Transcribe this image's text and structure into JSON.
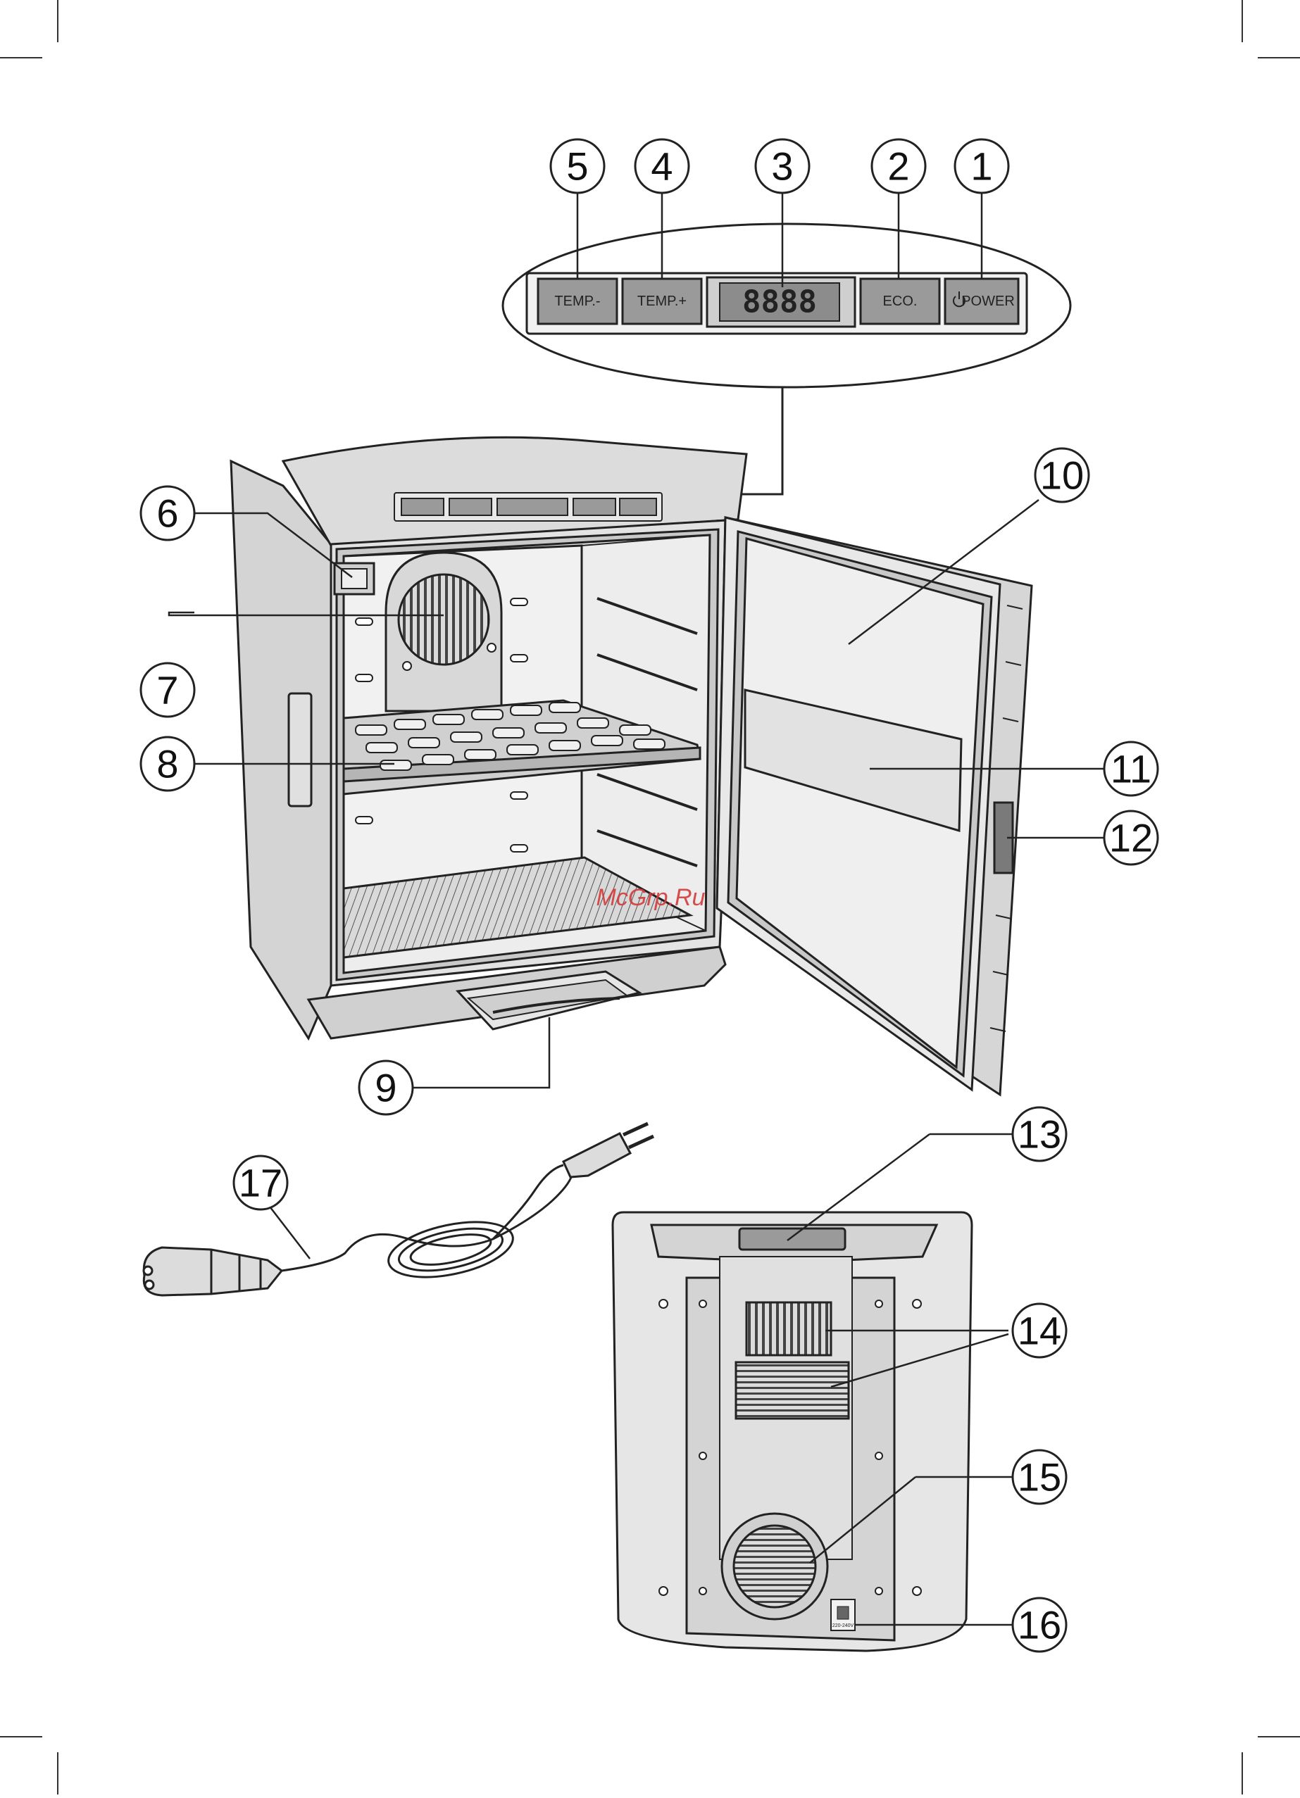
{
  "panel": {
    "buttons": [
      {
        "id": "5",
        "label": "TEMP.-"
      },
      {
        "id": "4",
        "label": "TEMP.+"
      },
      {
        "id": "2",
        "label": "ECO."
      },
      {
        "id": "1",
        "label": "POWER"
      }
    ],
    "display": "8888"
  },
  "callouts": [
    "1",
    "2",
    "3",
    "4",
    "5",
    "6",
    "7",
    "8",
    "9",
    "10",
    "11",
    "12",
    "13",
    "14",
    "15",
    "16",
    "17"
  ],
  "watermark": "McGrp.Ru",
  "socket_label": "220-240V"
}
